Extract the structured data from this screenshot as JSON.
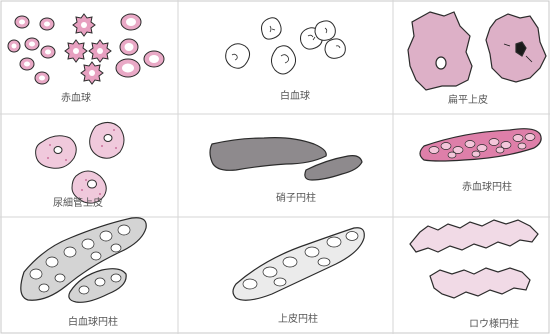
{
  "panels": [
    {
      "id": "rbc",
      "label": "赤血球"
    },
    {
      "id": "wbc",
      "label": "白血球"
    },
    {
      "id": "squamous",
      "label": "扁平上皮"
    },
    {
      "id": "tubular",
      "label": "尿細管上皮"
    },
    {
      "id": "hyaline",
      "label": "硝子円柱"
    },
    {
      "id": "rbc-cast",
      "label": "赤血球円柱"
    },
    {
      "id": "wbc-cast",
      "label": "白血球円柱"
    },
    {
      "id": "epi-cast",
      "label": "上皮円柱"
    },
    {
      "id": "waxy",
      "label": "ロウ様円柱"
    }
  ],
  "colors": {
    "outline": "#2b2b2b",
    "rbc_fill": "#e9a9c6",
    "rbc_center": "#ffffff",
    "rbc_star": "#d86fa0",
    "pink_light": "#f0c9dc",
    "pink_cast": "#de7fa9",
    "gray_cast": "#8e8a8d",
    "white_cast": "#ebebeb",
    "border": "#c8c8c8"
  }
}
